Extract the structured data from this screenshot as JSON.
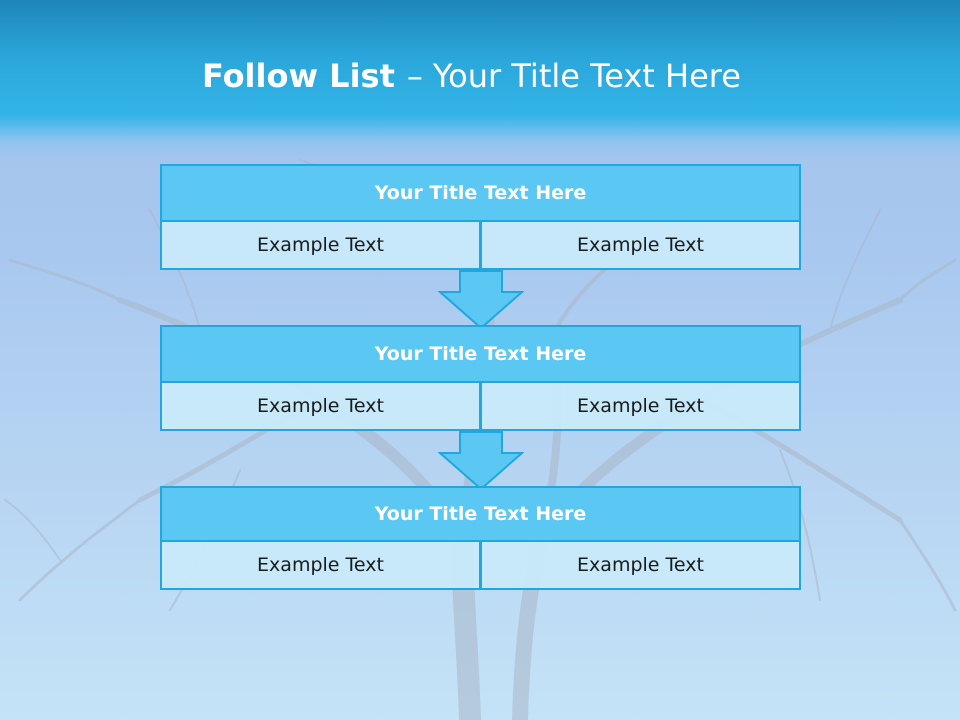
{
  "title": {
    "bold": "Follow List",
    "dash": "–",
    "rest": "Your Title Text Here"
  },
  "blocks": [
    {
      "title": "Your Title Text Here",
      "left": "Example Text",
      "right": "Example Text"
    },
    {
      "title": "Your Title Text Here",
      "left": "Example Text",
      "right": "Example Text"
    },
    {
      "title": "Your Title Text Here",
      "left": "Example Text",
      "right": "Example Text"
    }
  ],
  "colors": {
    "header_band": "#2aa6da",
    "block_title_fill": "#5ac8f2",
    "block_border": "#20a7e0",
    "cell_fill": "#c8eafa",
    "arrow_fill": "#5ac8f2"
  }
}
